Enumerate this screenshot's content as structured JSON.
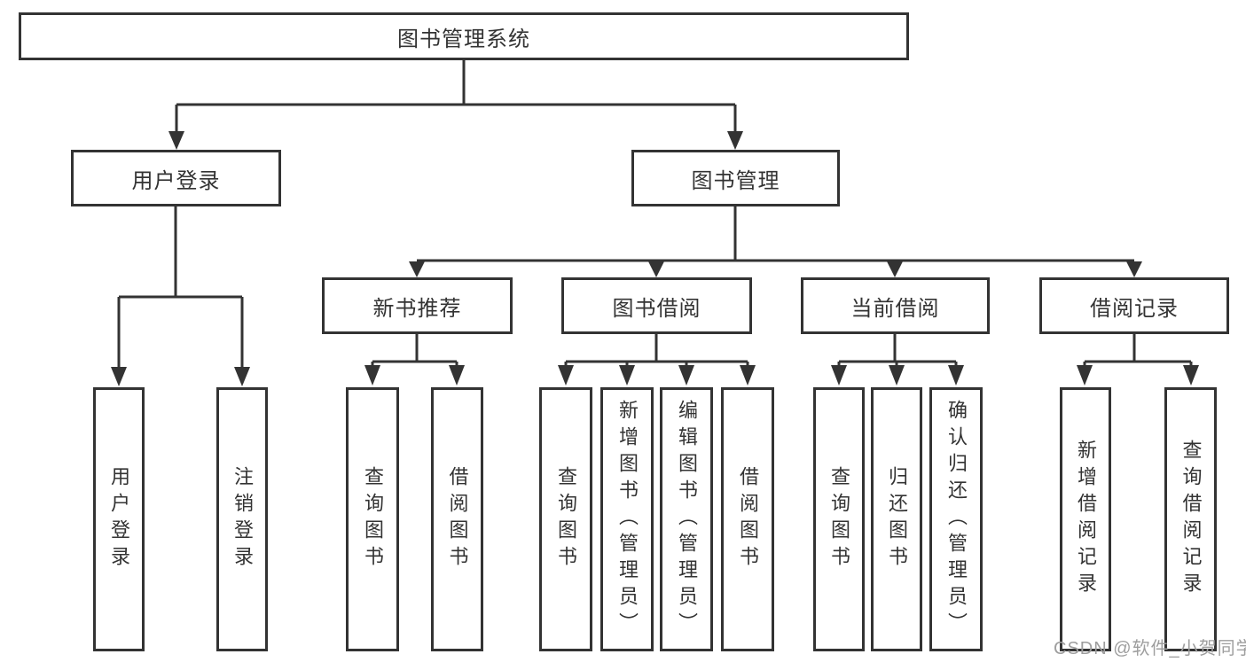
{
  "colors": {
    "line": "#333333",
    "text": "#333333",
    "watermark": "#9e9e9e",
    "background": "#ffffff"
  },
  "tree": {
    "root": {
      "label": "图书管理系统",
      "children": [
        {
          "label": "用户登录",
          "children": [
            {
              "label": "用户登录"
            },
            {
              "label": "注销登录"
            }
          ]
        },
        {
          "label": "图书管理",
          "children": [
            {
              "label": "新书推荐",
              "children": [
                {
                  "label": "查询图书"
                },
                {
                  "label": "借阅图书"
                }
              ]
            },
            {
              "label": "图书借阅",
              "children": [
                {
                  "label": "查询图书"
                },
                {
                  "label": "新增图书（管理员）"
                },
                {
                  "label": "编辑图书（管理员）"
                },
                {
                  "label": "借阅图书"
                }
              ]
            },
            {
              "label": "当前借阅",
              "children": [
                {
                  "label": "查询图书"
                },
                {
                  "label": "归还图书"
                },
                {
                  "label": "确认归还（管理员）"
                }
              ]
            },
            {
              "label": "借阅记录",
              "children": [
                {
                  "label": "新增借阅记录"
                },
                {
                  "label": "查询借阅记录"
                }
              ]
            }
          ]
        }
      ]
    }
  },
  "watermark": {
    "text": "CSDN @软件_小贺同学"
  }
}
